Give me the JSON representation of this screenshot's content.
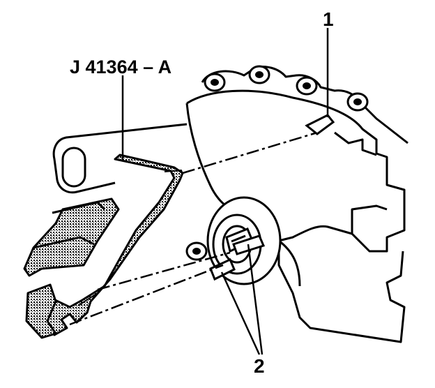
{
  "figure": {
    "tool_label": "J 41364 – A",
    "callout_1": "1",
    "callout_2": "2"
  }
}
